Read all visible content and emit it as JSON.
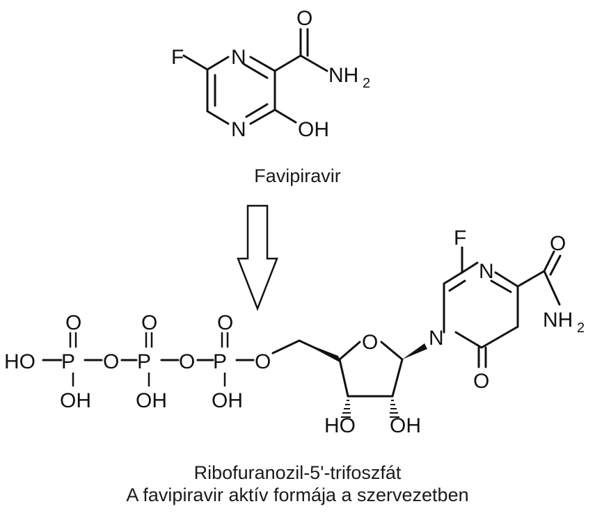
{
  "molecule_top": {
    "name": "Favipiravir",
    "atoms": {
      "F": "F",
      "N_top": "N",
      "N_bottom": "N",
      "O_carbonyl": "O",
      "NH": "NH",
      "NH_sub": "2",
      "OH": "OH"
    }
  },
  "molecule_bottom": {
    "name": "Ribofuranozil-5'-trifoszfát",
    "atoms": {
      "HO_left": "HO",
      "P1": "P",
      "P2": "P",
      "P3": "P",
      "O_bridge1": "O",
      "O_bridge2": "O",
      "O_bridge3": "O",
      "O_top1": "O",
      "O_top2": "O",
      "O_top3": "O",
      "OH1": "OH",
      "OH2": "OH",
      "OH3": "OH",
      "O_ring": "O",
      "HO_sugar": "HO",
      "OH_sugar": "OH",
      "F": "F",
      "N_upper": "N",
      "N_ring": "N",
      "O_amide": "O",
      "NH": "NH",
      "NH_sub": "2",
      "O_keto": "O"
    }
  },
  "caption_line2": "A favipiravir aktív formája a szervezetben",
  "colors": {
    "ink": "#111111",
    "background": "#ffffff"
  }
}
